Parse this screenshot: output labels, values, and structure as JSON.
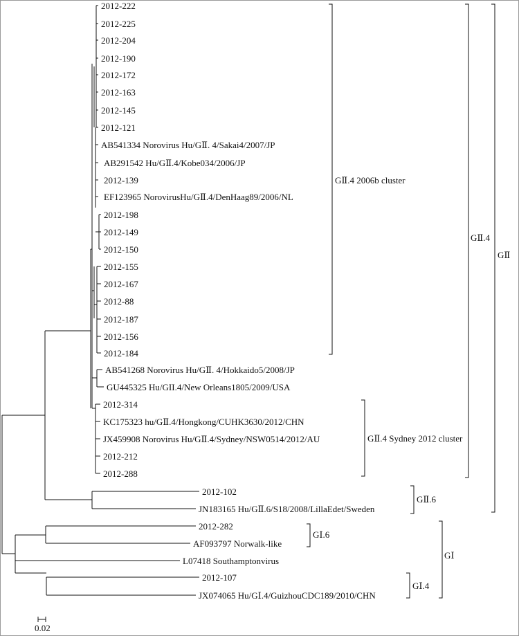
{
  "tree": {
    "leaves": [
      "2012-222",
      "2012-225",
      "2012-204",
      "2012-190",
      "2012-172",
      "2012-163",
      "2012-145",
      "2012-121",
      "AB541334 Norovirus Hu/GⅡ. 4/Sakai4/2007/JP",
      "AB291542 Hu/GⅡ.4/Kobe034/2006/JP",
      "2012-139",
      "EF123965 NorovirusHu/GⅡ.4/DenHaag89/2006/NL",
      "2012-198",
      "2012-149",
      "2012-150",
      "2012-155",
      "2012-167",
      "2012-88",
      "2012-187",
      "2012-156",
      "2012-184",
      "AB541268 Norovirus Hu/GⅡ. 4/Hokkaido5/2008/JP",
      "GU445325 Hu/GII.4/New Orleans1805/2009/USA",
      "2012-314",
      "KC175323 hu/GⅡ.4/Hongkong/CUHK3630/2012/CHN",
      "JX459908 Norovirus Hu/GⅡ.4/Sydney/NSW0514/2012/AU",
      "2012-212",
      "2012-288",
      "2012-102",
      "JN183165 Hu/GⅡ.6/S18/2008/LillaEdet/Sweden",
      "2012-282",
      "AF093797 Norwalk-like",
      "L07418 Southamptonvirus",
      "2012-107",
      "JX074065 Hu/GⅠ.4/GuizhouCDC189/2010/CHN"
    ],
    "groups": {
      "gii4_2006b": "GⅡ.4 2006b cluster",
      "gii4_sydney": "GⅡ.4 Sydney 2012 cluster",
      "gii4": "GⅡ.4",
      "gii": "GⅡ",
      "gii6": "GⅡ.6",
      "gi6": "GⅠ.6",
      "gi": "GⅠ",
      "gi4": "GⅠ.4"
    },
    "scale_label": "0.02"
  }
}
